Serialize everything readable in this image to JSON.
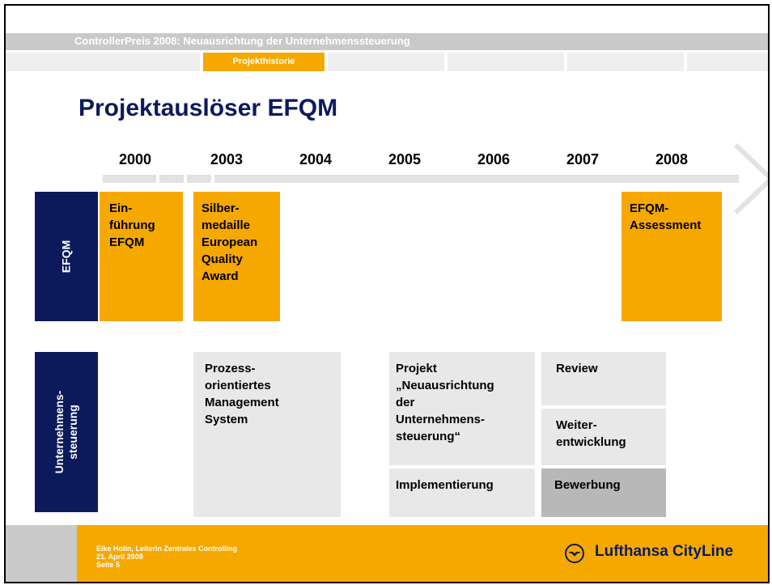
{
  "header": {
    "title": "ControllerPreis 2008: Neuausrichtung der Unternehmenssteuerung",
    "nav_active": "Projekthistorie"
  },
  "slide_title": "Projektauslöser EFQM",
  "timeline": {
    "years": [
      "2000",
      "2003",
      "2004",
      "2005",
      "2006",
      "2007",
      "2008"
    ]
  },
  "rows": {
    "efqm_label": "EFQM",
    "steuerung_label_1": "Unternehmens-",
    "steuerung_label_2": "steuerung"
  },
  "boxes": {
    "einfuehrung": [
      "Ein-",
      "führung",
      "EFQM"
    ],
    "silber": [
      "Silber-",
      "medaille",
      "European",
      "Quality",
      "Award"
    ],
    "assessment": [
      "EFQM-",
      "Assessment"
    ],
    "prozess": [
      "Prozess-",
      "orientiertes",
      "Management",
      "System"
    ],
    "projekt": [
      "Projekt",
      "„Neuausrichtung",
      "der",
      "Unternehmens-",
      "steuerung“"
    ],
    "review": "Review",
    "weiter": [
      "Weiter-",
      "entwicklung"
    ],
    "implementierung": "Implementierung",
    "bewerbung": "Bewerbung"
  },
  "footer": {
    "line1": "Eike Holin, Leiterin Zentrales Controlling",
    "line2": "21. April 2008",
    "line3": "Seite 5",
    "logo": "Lufthansa CityLine"
  },
  "colors": {
    "orange": "#f5a800",
    "navy": "#0c1a5c",
    "grey": "#e8e8e8"
  }
}
